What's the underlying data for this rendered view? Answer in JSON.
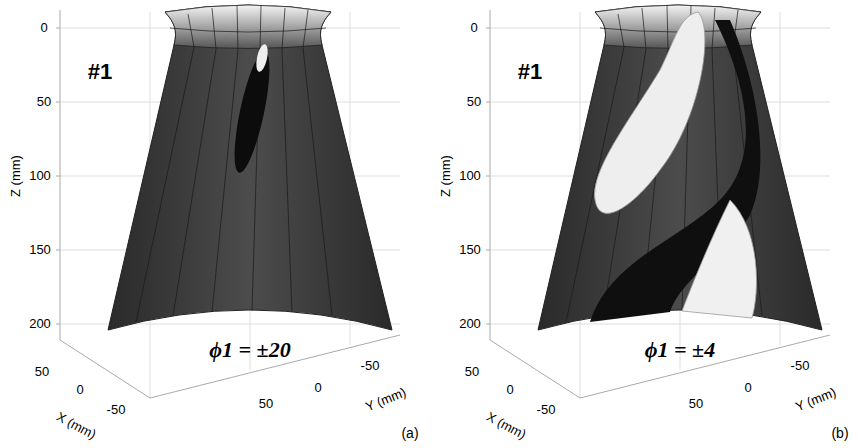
{
  "diagram": {
    "labels": [
      "0",
      "50",
      "100",
      "150",
      "200",
      "Z (mm)",
      "#1",
      "ϕ1 = ±20",
      "50",
      "0",
      "-50",
      "X (mm)",
      "50",
      "0",
      "-50",
      "Y (mm)",
      "(a)",
      "0",
      "50",
      "100",
      "150",
      "200",
      "Z (mm)",
      "#1",
      "ϕ1 = ±4",
      "50",
      "0",
      "-50",
      "X (mm)",
      "50",
      "0",
      "-50",
      "Y (mm)",
      "(b)"
    ]
  }
}
